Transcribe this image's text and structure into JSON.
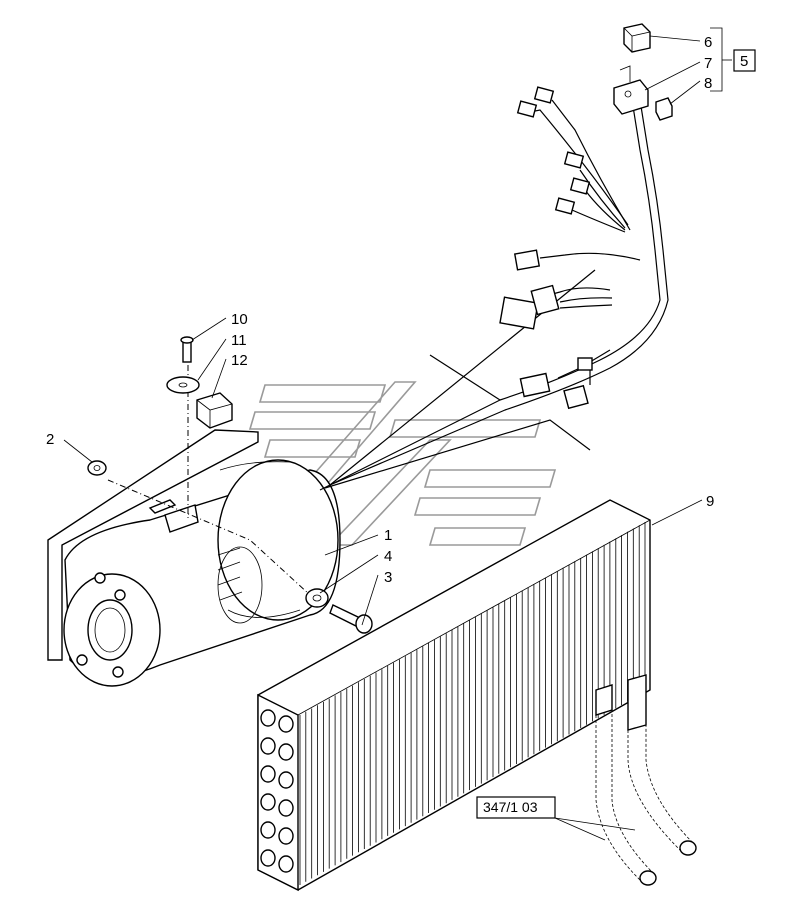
{
  "callouts": {
    "c1": "1",
    "c2": "2",
    "c3": "3",
    "c4": "4",
    "c5": "5",
    "c6": "6",
    "c7": "7",
    "c8": "8",
    "c9": "9",
    "c10": "10",
    "c11": "11",
    "c12": "12"
  },
  "reference_box": "347/1 03"
}
